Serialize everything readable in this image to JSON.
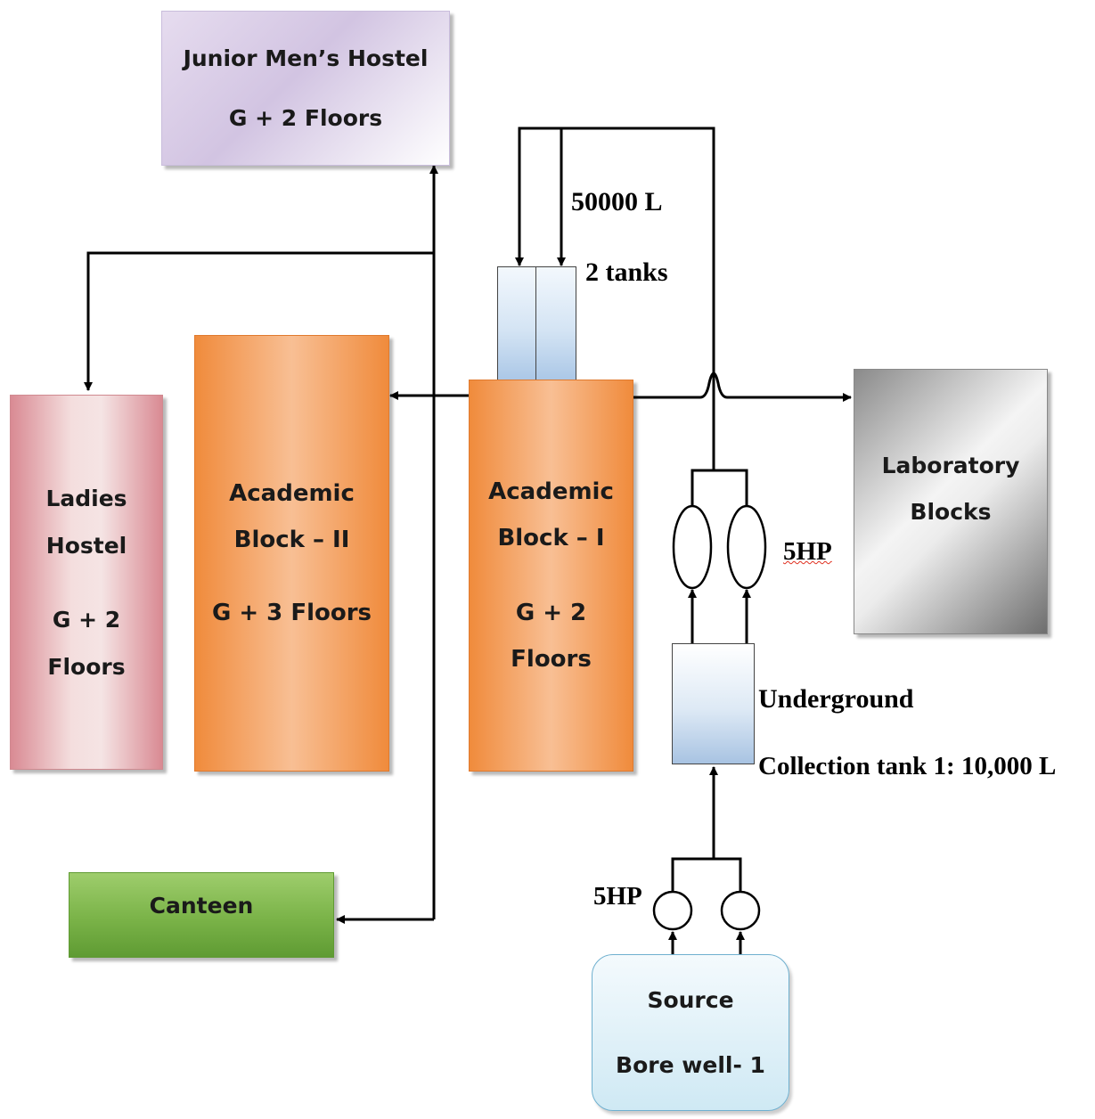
{
  "blocks": {
    "junior_mens_hostel": {
      "name": "Junior Men’s Hostel",
      "floors": "G + 2 Floors"
    },
    "ladies_hostel": {
      "line1": "Ladies",
      "line2": "Hostel",
      "line3": "G + 2",
      "line4": "Floors"
    },
    "academic_block_2": {
      "line1": "Academic",
      "line2": "Block – II",
      "line3": "G + 3 Floors"
    },
    "academic_block_1": {
      "line1": "Academic",
      "line2": "Block – I",
      "line3": "G + 2",
      "line4": "Floors"
    },
    "laboratory": {
      "line1": "Laboratory",
      "line2": "Blocks"
    },
    "canteen": {
      "name": "Canteen"
    },
    "source": {
      "line1": "Source",
      "line2": "Bore well- 1"
    }
  },
  "labels": {
    "overhead_capacity": "50000 L",
    "overhead_count": "2 tanks",
    "pump_upper": "5HP",
    "pump_lower": "5HP",
    "underground_line1": "Underground",
    "underground_line2": "Collection tank 1: 10,000 L"
  }
}
